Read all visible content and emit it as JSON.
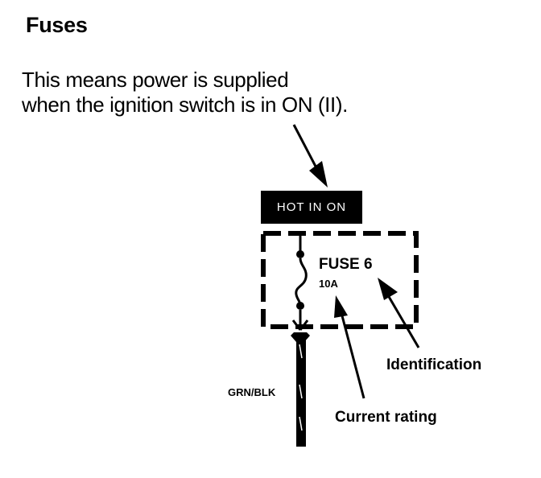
{
  "title": "Fuses",
  "description": {
    "line1": "This means power is supplied",
    "line2": "when the ignition switch is in ON (II)."
  },
  "power_badge": "HOT IN ON",
  "fuse": {
    "name": "FUSE 6",
    "rating": "10A"
  },
  "wire": {
    "color_code": "GRN/BLK"
  },
  "callouts": {
    "identification": "Identification",
    "current_rating": "Current rating"
  },
  "colors": {
    "ink": "#000000",
    "background": "#ffffff",
    "badge_text": "#ffffff"
  }
}
